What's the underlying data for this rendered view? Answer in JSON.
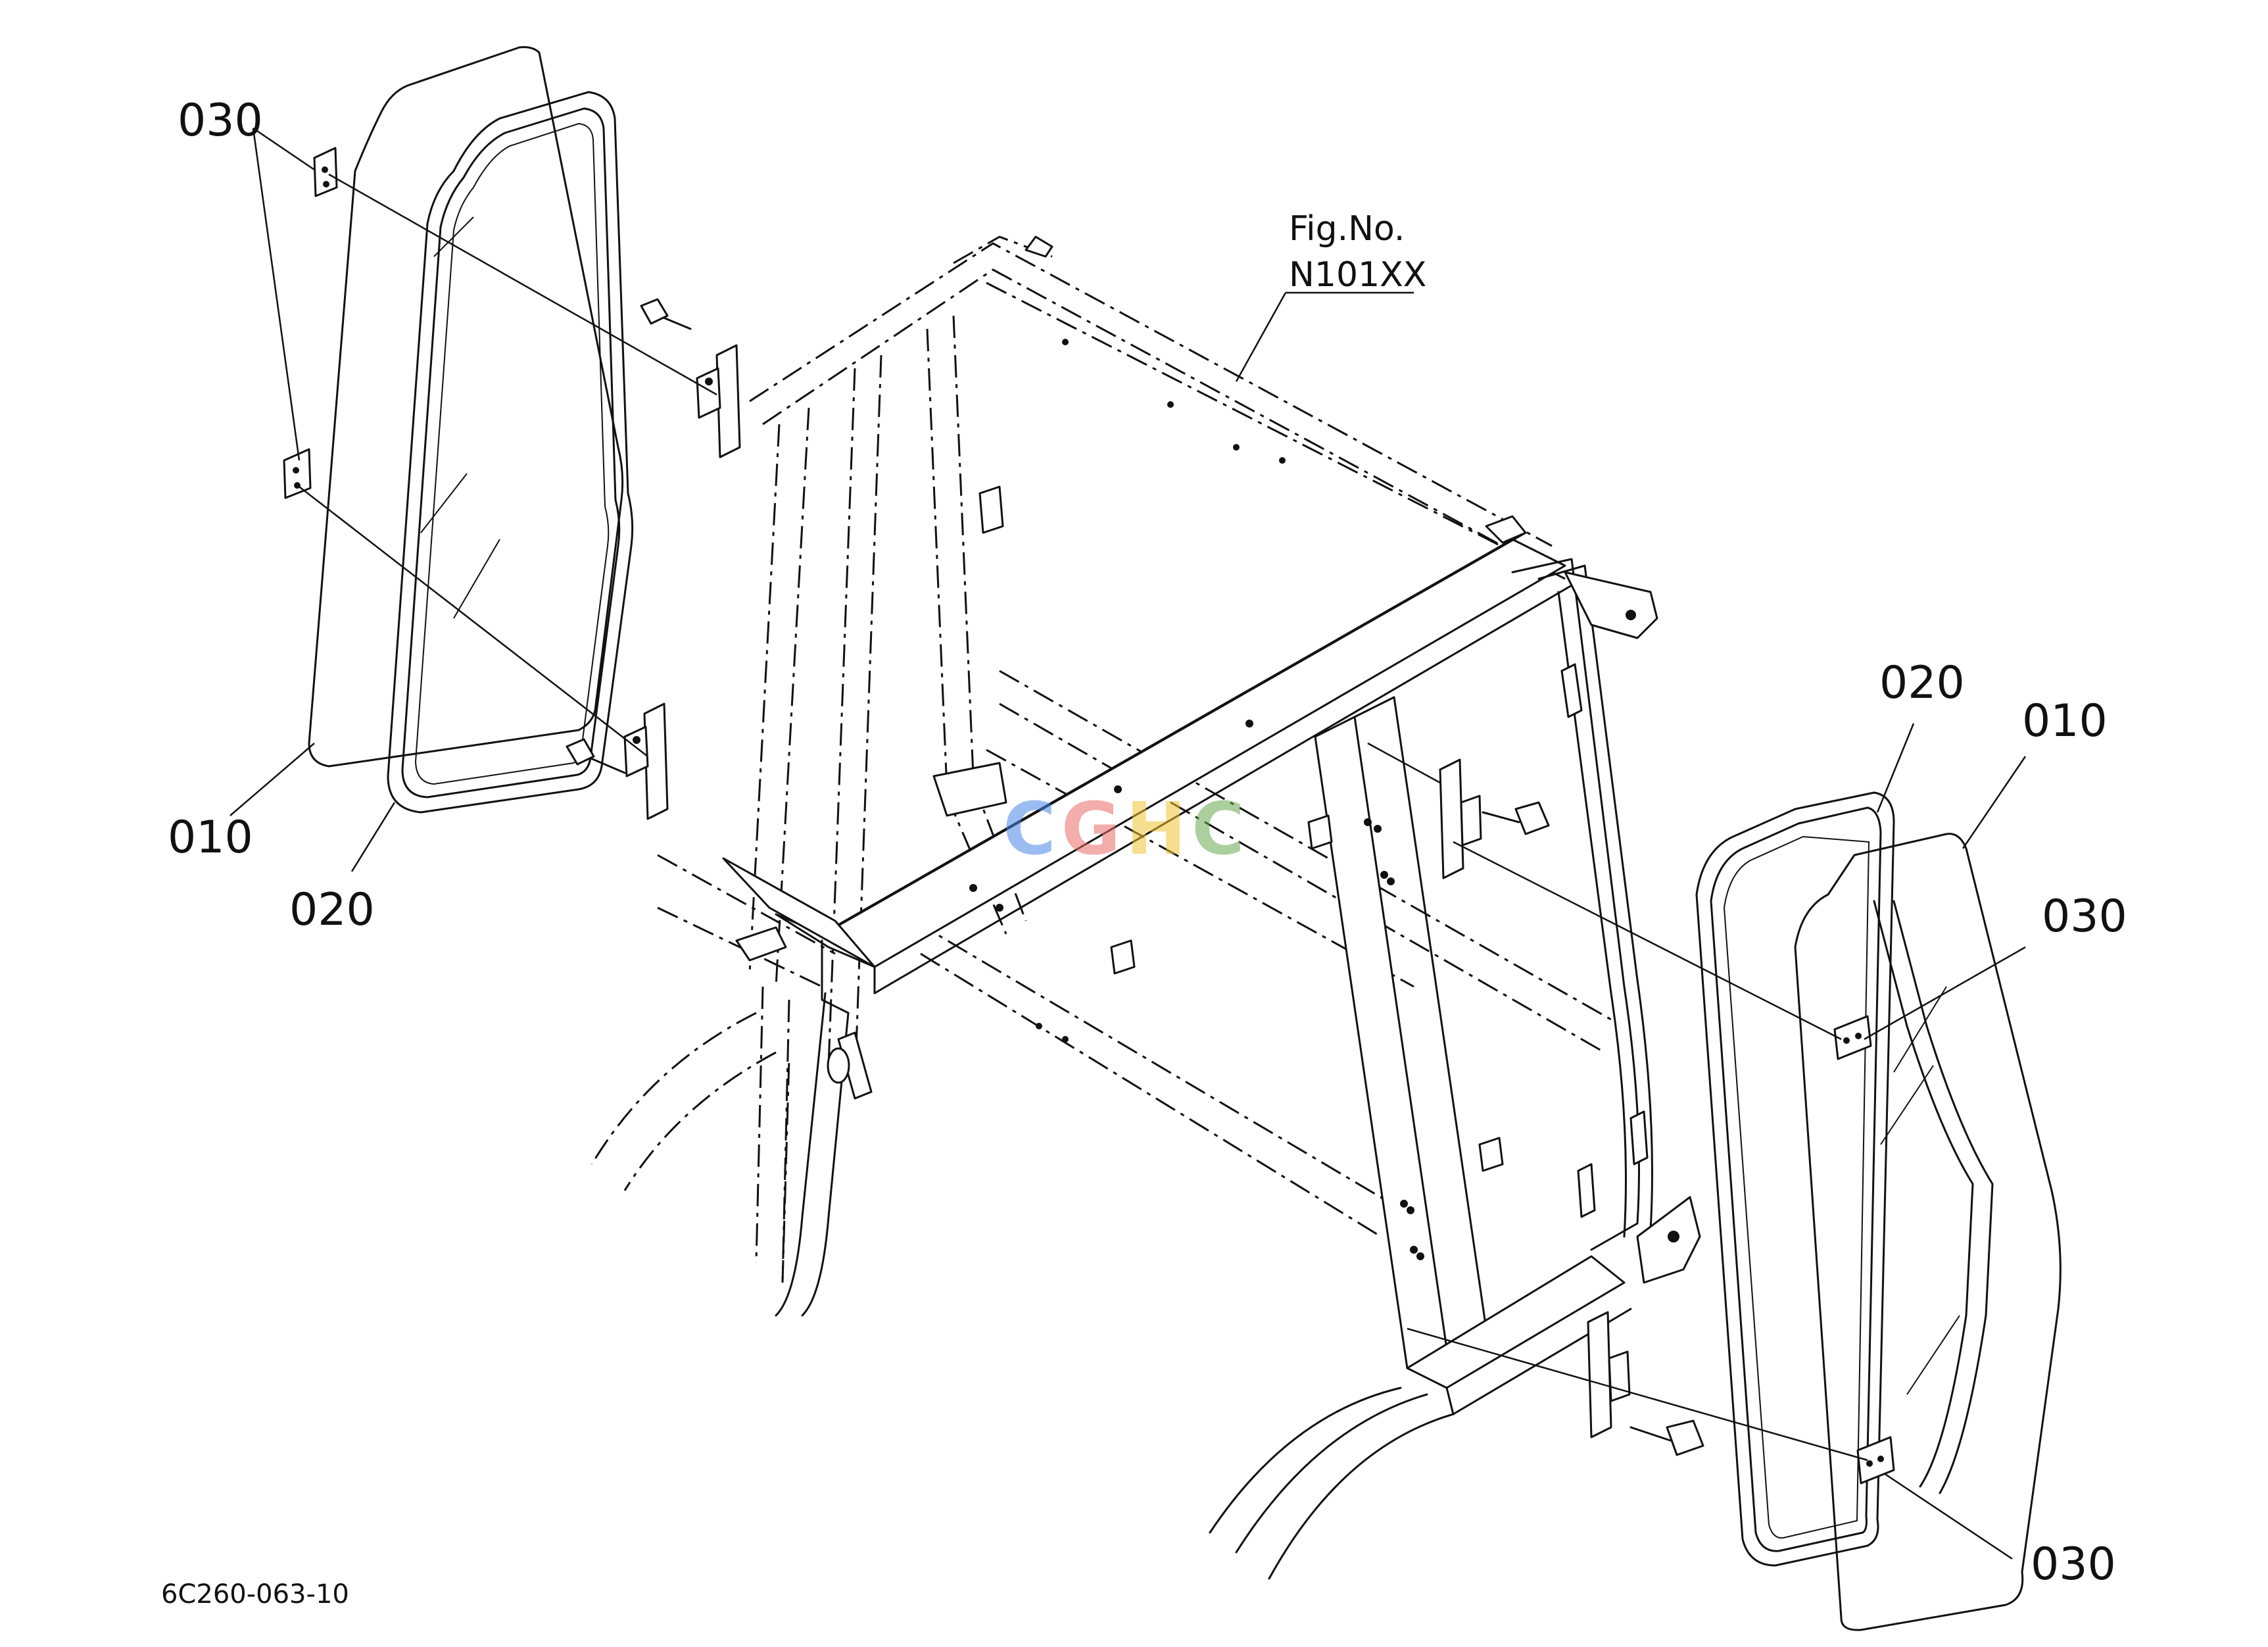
{
  "figure_reference": {
    "line1": "Fig.No.",
    "line2": "N101XX"
  },
  "part_labels": {
    "left_030": "030",
    "left_010": "010",
    "left_020": "020",
    "right_020": "020",
    "right_010": "010",
    "right_030_upper": "030",
    "right_030_lower": "030"
  },
  "drawing_id": "6C260-063-10",
  "watermark": {
    "text": "CGHC",
    "colors": [
      "#4a86e8",
      "#ea6b66",
      "#f1c232",
      "#6aa84f"
    ]
  }
}
